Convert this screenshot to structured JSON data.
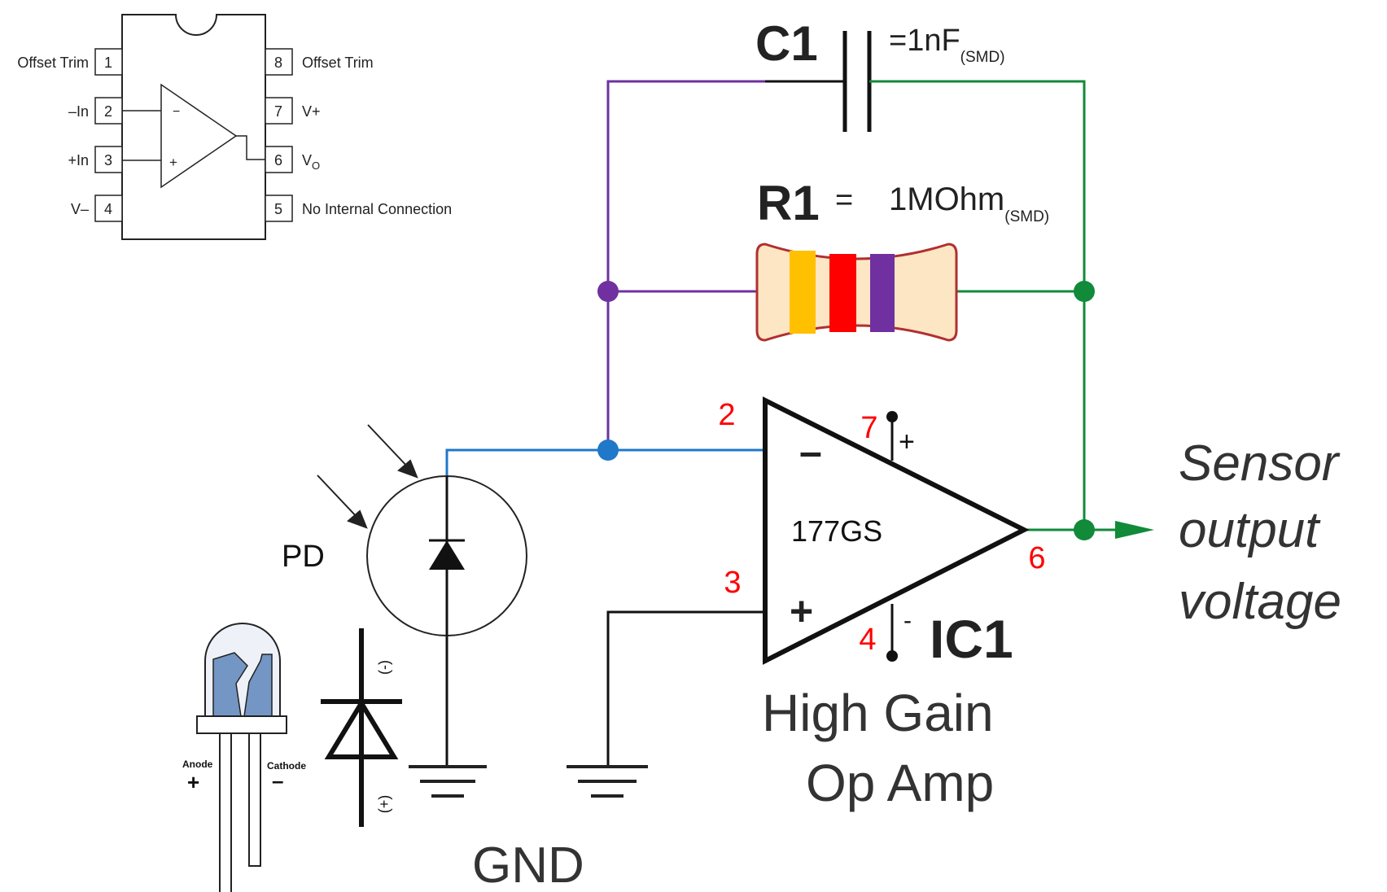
{
  "pinout": {
    "pins_left": [
      {
        "num": "1",
        "label": "Offset Trim"
      },
      {
        "num": "2",
        "label": "–In"
      },
      {
        "num": "3",
        "label": "+In"
      },
      {
        "num": "4",
        "label": "V–"
      }
    ],
    "pins_right": [
      {
        "num": "8",
        "label": "Offset Trim"
      },
      {
        "num": "7",
        "label": "V+"
      },
      {
        "num": "6",
        "label": "V",
        "sub": "O"
      },
      {
        "num": "5",
        "label": "No Internal Connection"
      }
    ],
    "minus_sign": "−",
    "plus_sign": "+"
  },
  "capacitor": {
    "name": "C1",
    "value": "=1nF",
    "package": "(SMD)"
  },
  "resistor": {
    "name": "R1",
    "eq": "=",
    "value": "1MOhm",
    "package": "(SMD)",
    "band_colors": [
      "#ffc000",
      "#ff0000",
      "#7030a0"
    ]
  },
  "opamp": {
    "model": "177GS",
    "pin_inverting": "2",
    "pin_noninverting": "3",
    "pin_vplus": "7",
    "pin_vminus": "4",
    "pin_out": "6",
    "minus_sign": "–",
    "plus_sign": "+",
    "supply_plus": "+",
    "supply_minus": "-",
    "name": "IC1",
    "desc_line1": "High Gain",
    "desc_line2": "Op Amp"
  },
  "output": {
    "line1": "Sensor",
    "line2": "output",
    "line3": "voltage"
  },
  "photodiode": {
    "label": "PD"
  },
  "led": {
    "anode_label": "Anode",
    "anode_sign": "+",
    "cathode_label": "Cathode",
    "cathode_sign": "–"
  },
  "diode_symbol": {
    "top_mark": "(-)",
    "bottom_mark": "(+)"
  },
  "ground": {
    "label": "GND"
  },
  "colors": {
    "feedback_in": "#7030a0",
    "feedback_out": "#118a3a",
    "input_line": "#1f78c8",
    "wire": "#111111",
    "resistor_body": "#fde6c4",
    "resistor_outline": "#b03030",
    "led_blue": "#7396c4",
    "pin_number_red": "#ff0000"
  }
}
